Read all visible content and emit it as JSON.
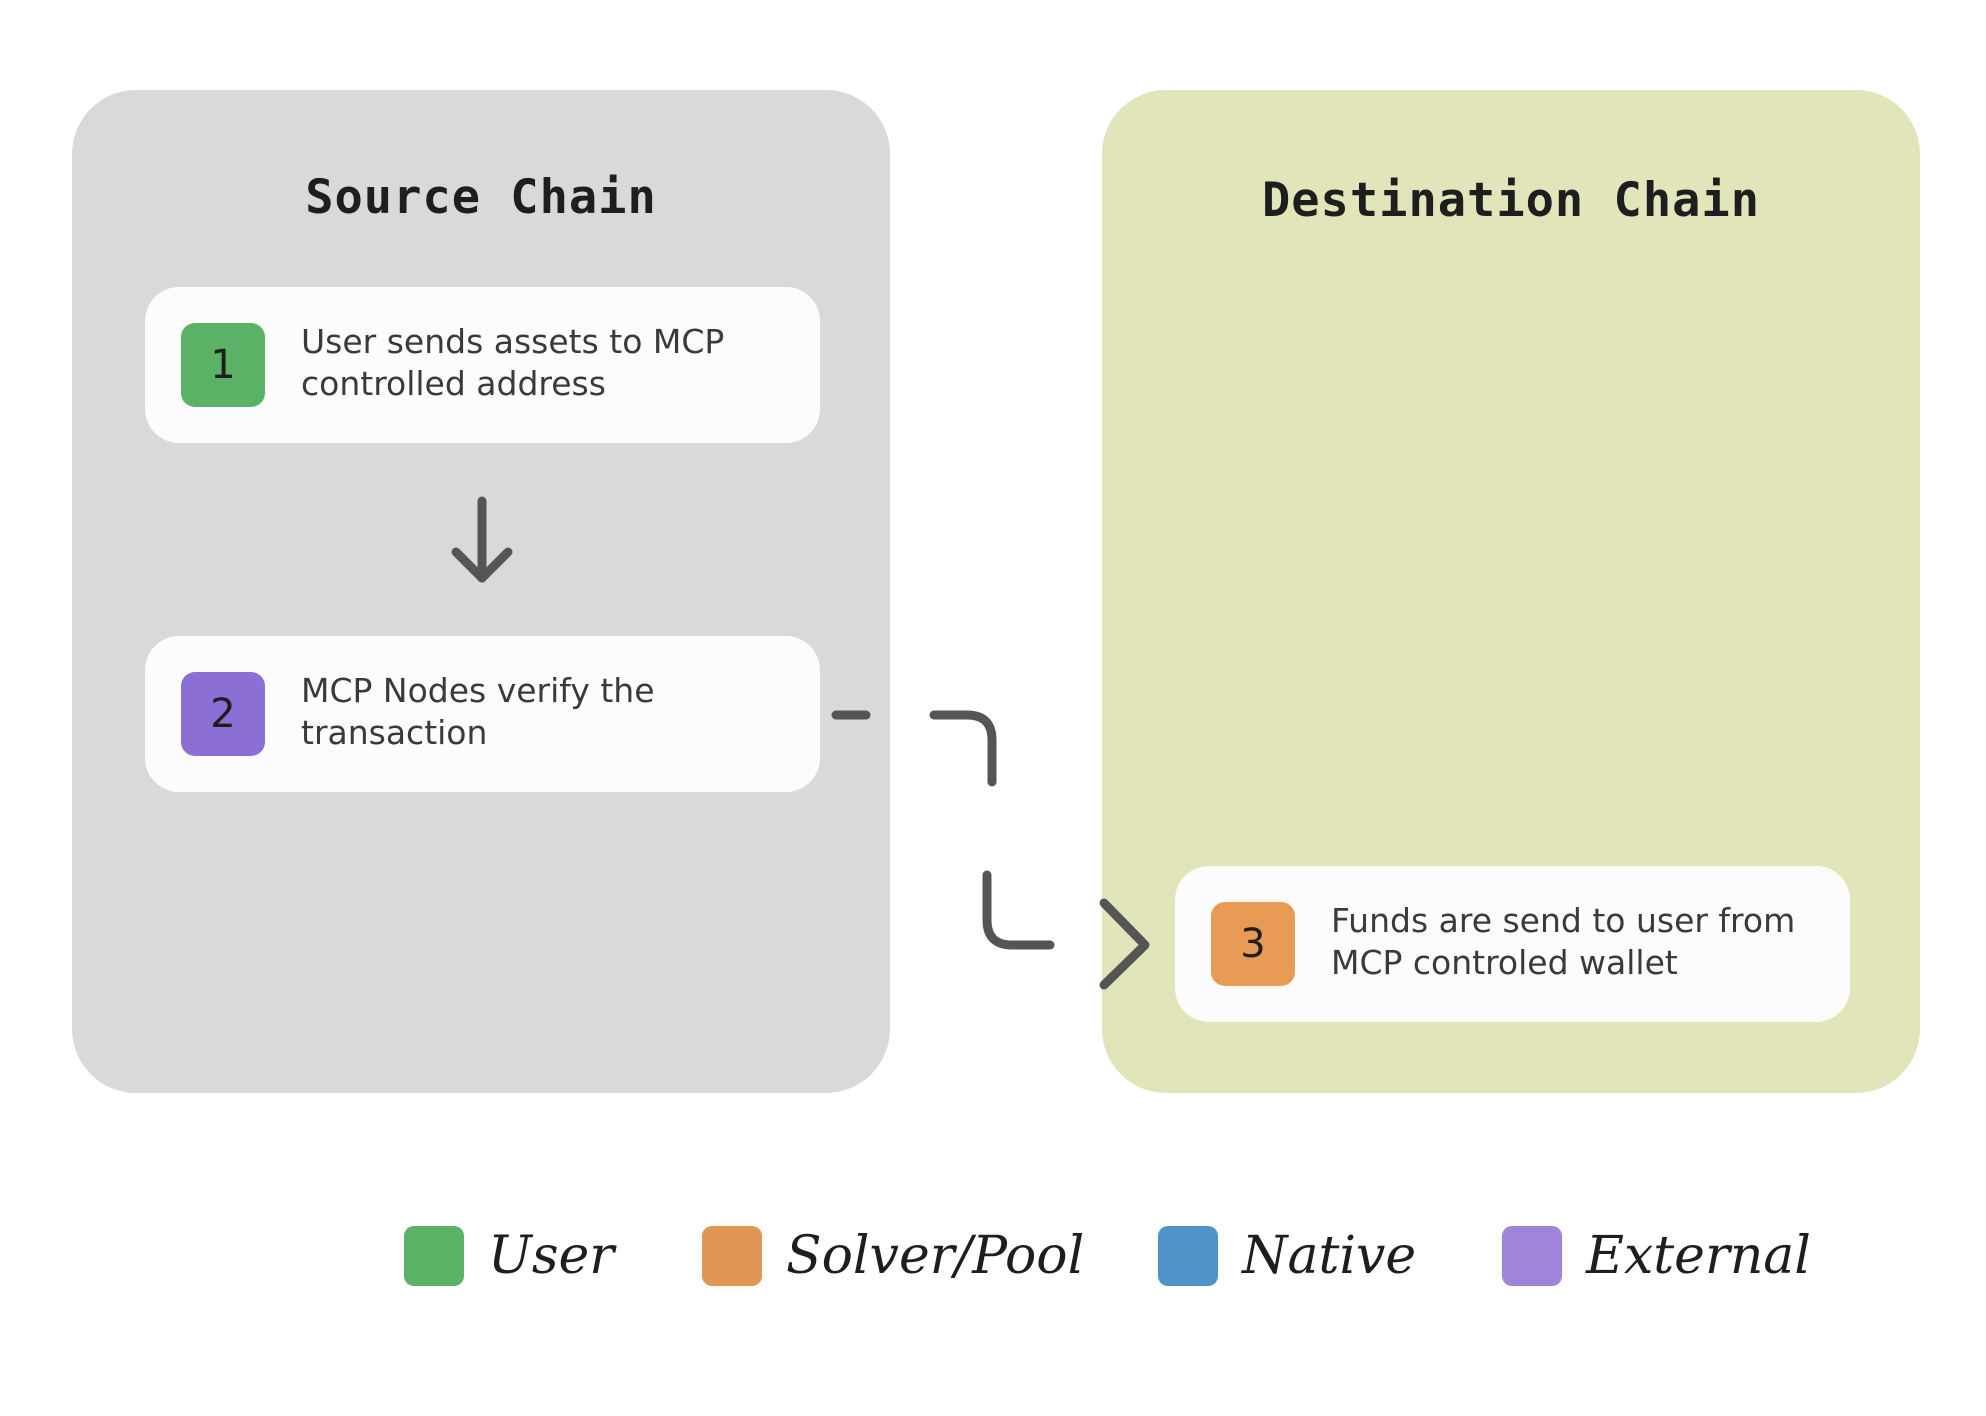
{
  "panels": {
    "source": {
      "title": "Source Chain",
      "color": "#d9d9d9"
    },
    "destination": {
      "title": "Destination Chain",
      "color": "#e2e5b9"
    }
  },
  "steps": [
    {
      "number": "1",
      "text": "User sends assets to MCP controlled address",
      "color": "#5bb266"
    },
    {
      "number": "2",
      "text": "MCP Nodes verify the transaction",
      "color": "#8c6fd4"
    },
    {
      "number": "3",
      "text": "Funds are send to user from MCP controled wallet",
      "color": "#e89b55"
    }
  ],
  "arrow_color": "#555555",
  "legend": [
    {
      "label": "User",
      "color": "#5bb266"
    },
    {
      "label": "Solver/Pool",
      "color": "#e09654"
    },
    {
      "label": "Native",
      "color": "#5093c8"
    },
    {
      "label": "External",
      "color": "#a084dc"
    }
  ]
}
